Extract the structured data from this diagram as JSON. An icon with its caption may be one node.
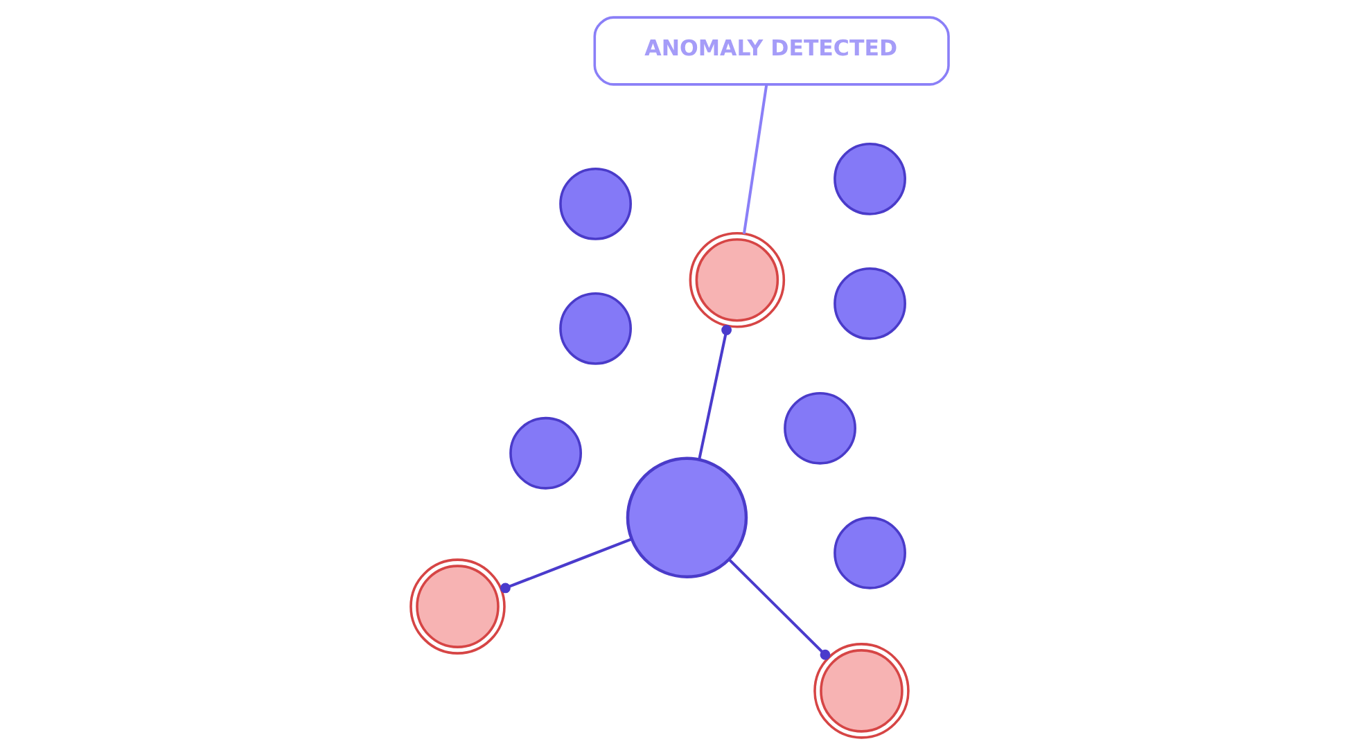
{
  "diagram": {
    "nodes": [
      {
        "text": [],
        "shape": "circle"
      },
      {
        "text": [],
        "shape": "circle"
      },
      {
        "text": [],
        "shape": "circle"
      },
      {
        "text": [],
        "shape": "circle"
      },
      {
        "text": [],
        "shape": "circle"
      },
      {
        "text": [],
        "shape": "circle"
      },
      {
        "text": [],
        "shape": "circle"
      },
      {
        "text": [],
        "shape": "circle"
      },
      {
        "text": [],
        "shape": "circle"
      },
      {
        "text": [],
        "shape": "circle"
      },
      {
        "text": [
          "ANOMALY DETECTED"
        ]
      },
      {
        "text": [],
        "shape": "circle"
      }
    ],
    "edges": [
      {
        "from": 5,
        "to": 0,
        "arrow": "other"
      },
      {
        "from": 5,
        "to": 8,
        "arrow": "other"
      },
      {
        "from": 5,
        "to": 11,
        "arrow": "other"
      },
      {
        "from": 10,
        "to": 11,
        "arrow": "none",
        "color": "#8a7ff7"
      }
    ]
  }
}
